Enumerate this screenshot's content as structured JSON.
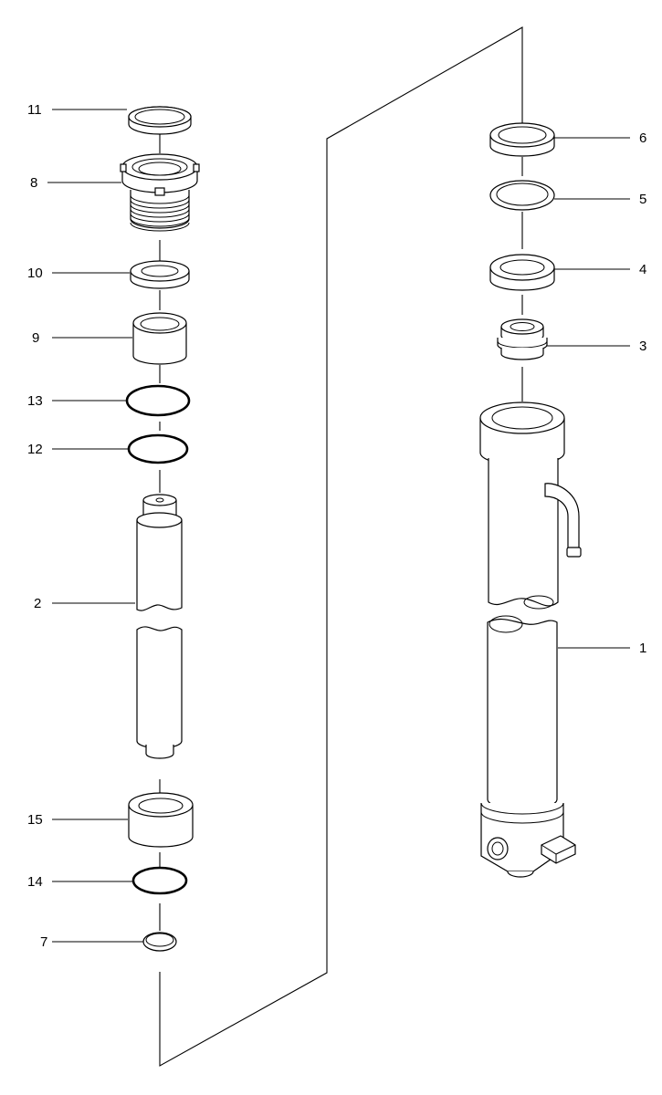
{
  "callouts": {
    "c1": "1",
    "c2": "2",
    "c3": "3",
    "c4": "4",
    "c5": "5",
    "c6": "6",
    "c7": "7",
    "c8": "8",
    "c9": "9",
    "c10": "10",
    "c11": "11",
    "c12": "12",
    "c13": "13",
    "c14": "14",
    "c15": "15"
  },
  "colors": {
    "line": "#000000",
    "background": "#ffffff"
  }
}
